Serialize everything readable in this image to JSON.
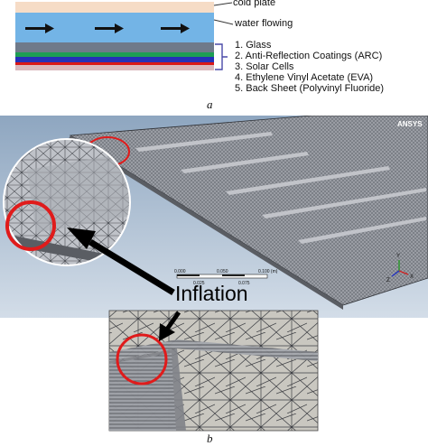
{
  "panel_a": {
    "letter": "a",
    "labels": {
      "cold_plate": "cold plate",
      "water_flowing": "water flowing"
    },
    "layers": [
      {
        "label": "1. Glass",
        "color": "#6f7a8a"
      },
      {
        "label": "2. Anti-Reflection Coatings (ARC)",
        "color": "#1e9e54"
      },
      {
        "label": "3. Solar Cells",
        "color": "#2530b8"
      },
      {
        "label": "4. Ethylene Vinyl Acetate (EVA)",
        "color": "#d81818"
      },
      {
        "label": "5. Back Sheet (Polyvinyl Fluoride)",
        "color": "#d9b8bd"
      }
    ],
    "colors": {
      "cold_plate": "#f6dcc6",
      "water": "#73b4e6",
      "bracket": "#4a4aa8"
    }
  },
  "panel_b": {
    "letter": "b",
    "logo": "ANSYS",
    "inflation_label": "Inflation",
    "scale_bar": {
      "top_ticks": [
        "0.000",
        "0.050",
        "0.100 (m)"
      ],
      "bottom_ticks": [
        "0.025",
        "0.075"
      ]
    },
    "axes": {
      "y": "Y",
      "z": "Z",
      "x": "X"
    },
    "colors": {
      "background": "#9eb3c8",
      "mesh": "#b9bcc2",
      "highlight_circle": "#e01b1b"
    }
  }
}
